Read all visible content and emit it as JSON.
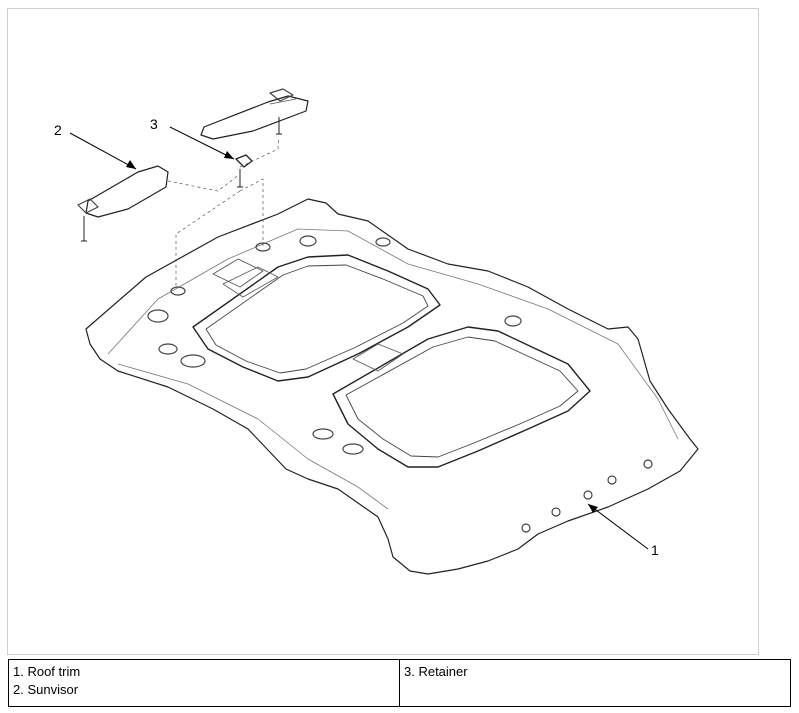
{
  "callouts": [
    "1",
    "2",
    "3"
  ],
  "legend": {
    "left": [
      "1. Roof trim",
      "2. Sunvisor"
    ],
    "right": [
      "3. Retainer"
    ]
  }
}
